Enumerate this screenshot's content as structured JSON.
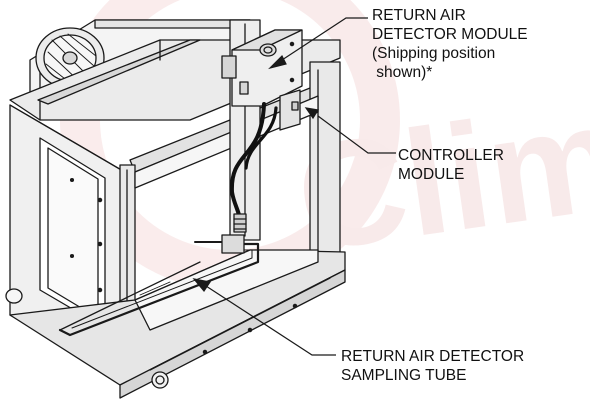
{
  "callouts": {
    "return_air_module": {
      "line1": "RETURN AIR",
      "line2": "DETECTOR MODULE",
      "line3": "(Shipping position",
      "line4": " shown)*"
    },
    "controller_module": {
      "line1": "CONTROLLER",
      "line2": "MODULE"
    },
    "sampling_tube": {
      "line1": "RETURN AIR DETECTOR",
      "line2": "SAMPLING TUBE"
    }
  },
  "watermark": {
    "text": "Clima",
    "color": "#f2d6d6"
  },
  "colors": {
    "line": "#1a1a1a",
    "frame_fill": "#e9e9e9",
    "panel_fill": "#f4f4f4",
    "accent_fill": "#d8d8d8"
  },
  "icons": {
    "fan": "fan-icon",
    "arrow": "callout-arrow-icon"
  }
}
